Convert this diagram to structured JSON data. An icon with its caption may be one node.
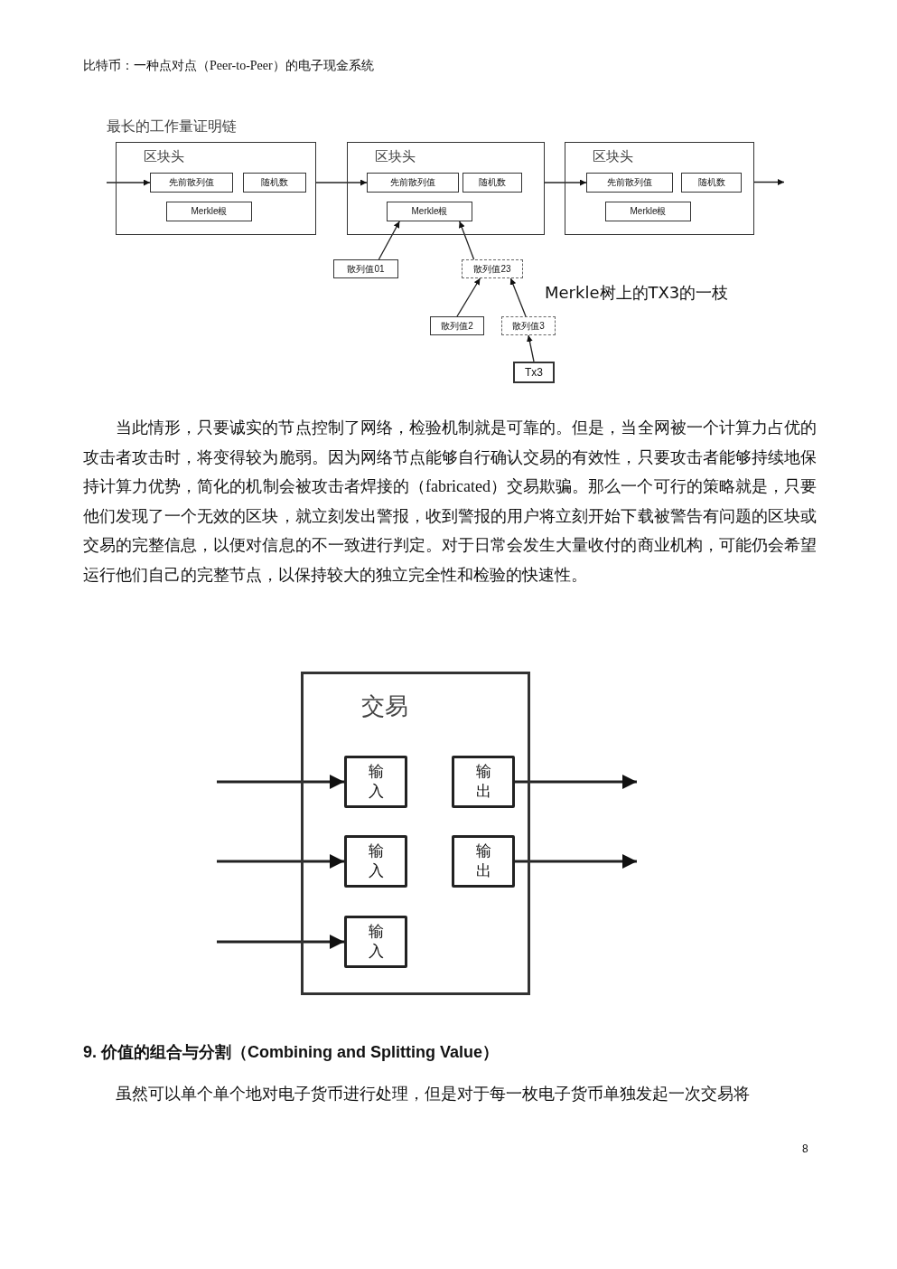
{
  "diagram": {
    "title": "最长的工作量证明链",
    "nodes": [
      {
        "text": [
          "区块头"
        ]
      },
      {
        "text": [
          "先前散列值"
        ],
        "in": 0
      },
      {
        "text": [
          "随机数"
        ],
        "in": 0
      },
      {
        "text": [
          "Merkle根"
        ],
        "in": 0
      },
      {
        "text": [
          "区块头"
        ]
      },
      {
        "text": [
          "先前散列值"
        ],
        "in": 4
      },
      {
        "text": [
          "随机数"
        ],
        "in": 4
      },
      {
        "text": [
          "Merkle根"
        ],
        "in": 4
      },
      {
        "text": [
          "区块头"
        ]
      },
      {
        "text": [
          "先前散列值"
        ],
        "in": 8
      },
      {
        "text": [
          "随机数"
        ],
        "in": 8
      },
      {
        "text": [
          "Merkle根"
        ],
        "in": 8
      },
      {
        "text": [
          "散列值01"
        ]
      },
      {
        "text": [
          "散列值23"
        ]
      },
      {
        "text": [
          "散列值2"
        ]
      },
      {
        "text": [
          "散列值3"
        ]
      },
      {
        "text": [
          "Tx3"
        ]
      },
      {
        "text": [
          "交易"
        ]
      },
      {
        "text": [
          "输入"
        ],
        "in": 17
      },
      {
        "text": [
          "输出"
        ],
        "in": 17
      },
      {
        "text": [
          "输入"
        ],
        "in": 17
      },
      {
        "text": [
          "输出"
        ],
        "in": 17
      },
      {
        "text": [
          "输入"
        ],
        "in": 17
      }
    ],
    "edges": [
      {
        "from": null,
        "to": 1,
        "arrow": "to"
      },
      {
        "from": 0,
        "to": 5,
        "arrow": "to"
      },
      {
        "from": 4,
        "to": 9,
        "arrow": "to"
      },
      {
        "from": 8,
        "to": null,
        "arrow": "to"
      },
      {
        "from": 12,
        "to": 7,
        "arrow": "to"
      },
      {
        "from": 13,
        "to": 7,
        "arrow": "to"
      },
      {
        "from": 14,
        "to": 13,
        "arrow": "to"
      },
      {
        "from": 15,
        "to": 13,
        "arrow": "to"
      },
      {
        "from": 16,
        "to": 15,
        "arrow": "to"
      },
      {
        "from": null,
        "to": 18,
        "arrow": "to"
      },
      {
        "from": null,
        "to": 20,
        "arrow": "to"
      },
      {
        "from": null,
        "to": 22,
        "arrow": "to"
      },
      {
        "from": 19,
        "to": null,
        "arrow": "to"
      },
      {
        "from": 21,
        "to": null,
        "arrow": "to"
      }
    ],
    "labels": [
      "比特币：一种点对点（Peer-to-Peer）的电子现金系统",
      "Merkle树上的TX3的一枝",
      "当此情形，只要诚实的节点控制了网络，检验机制就是可靠的。但是，当全网被一个计算力占优的攻击者攻击时，将变得较为脆弱。因为网络节点能够自行确认交易的有效性，只要攻击者能够持续地保持计算力优势，简化的机制会被攻击者焊接的（fabricated）交易欺骗。那么一个可行的策略就是，只要他们发现了一个无效的区块，就立刻发出警报，收到警报的用户将立刻开始下载被警告有问题的区块或交易的完整信息，以便对信息的不一致进行判定。对于日常会发生大量收付的商业机构，可能仍会希望运行他们自己的完整节点，以保持较大的独立完全性和检验的快速性。",
      "9. 价值的组合与分割（Combining and Splitting Value）",
      "虽然可以单个单个地对电子货币进行处理，但是对于每一枚电子货币单独发起一次交易将",
      "8"
    ]
  }
}
